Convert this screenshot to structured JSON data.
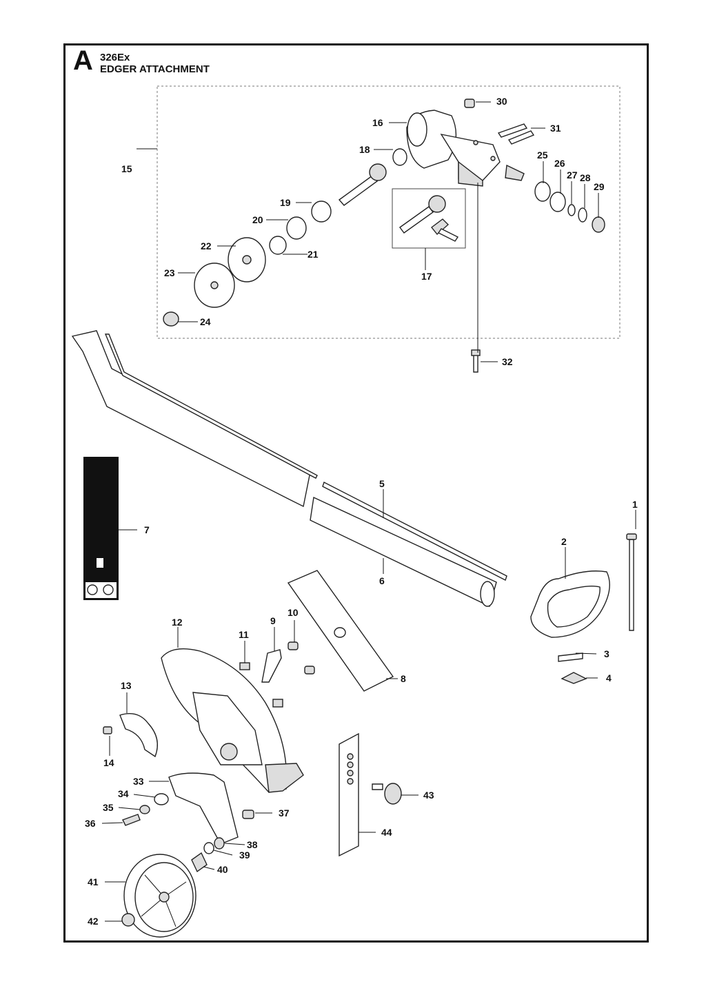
{
  "header": {
    "letter": "A",
    "model": "326Ex",
    "title": "EDGER ATTACHMENT"
  },
  "callouts": {
    "c1": "1",
    "c2": "2",
    "c3": "3",
    "c4": "4",
    "c5": "5",
    "c6": "6",
    "c7": "7",
    "c8": "8",
    "c9": "9",
    "c10": "10",
    "c11": "11",
    "c12": "12",
    "c13": "13",
    "c14": "14",
    "c15": "15",
    "c16": "16",
    "c17": "17",
    "c18": "18",
    "c19": "19",
    "c20": "20",
    "c21": "21",
    "c22": "22",
    "c23": "23",
    "c24": "24",
    "c25": "25",
    "c26": "26",
    "c27": "27",
    "c28": "28",
    "c29": "29",
    "c30": "30",
    "c31": "31",
    "c32": "32",
    "c33": "33",
    "c34": "34",
    "c35": "35",
    "c36": "36",
    "c37": "37",
    "c38": "38",
    "c39": "39",
    "c40": "40",
    "c41": "41",
    "c42": "42",
    "c43": "43",
    "c44": "44"
  }
}
